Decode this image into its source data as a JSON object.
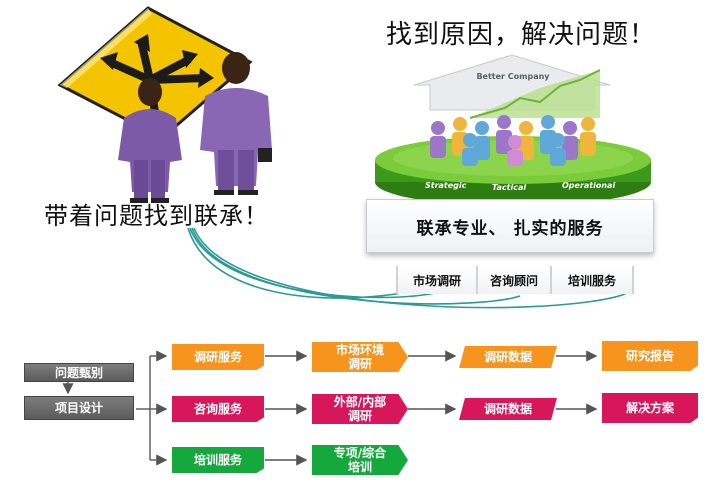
{
  "headline_top": "找到原因，解决问题！",
  "headline_left": "带着问题找到联承！",
  "illustration": {
    "arrow_top_label": "Better Company",
    "platform_labels": [
      "Strategic",
      "Tactical",
      "Operational"
    ]
  },
  "service_box": "联承专业、 扎实的服务",
  "service_tabs": [
    "市场调研",
    "咨询顾问",
    "培训服务"
  ],
  "flowchart": {
    "left_boxes": [
      "问题甄别",
      "项目设计"
    ],
    "rows": [
      {
        "service": "调研服务",
        "step2": "市场环境\n调研",
        "step3": "调研数据",
        "result": "研究报告",
        "color": "#f7941d"
      },
      {
        "service": "咨询服务",
        "step2": "外部/内部\n调研",
        "step3": "调研数据",
        "result": "解决方案",
        "color": "#d8175a"
      },
      {
        "service": "培训服务",
        "step2": "专项/综合\n培训",
        "color": "#15a83d"
      }
    ]
  },
  "colors": {
    "orange": "#f7941d",
    "magenta": "#d8175a",
    "green": "#15a83d",
    "connector": "#2a9a93",
    "sign_yellow": "#f5c400"
  }
}
